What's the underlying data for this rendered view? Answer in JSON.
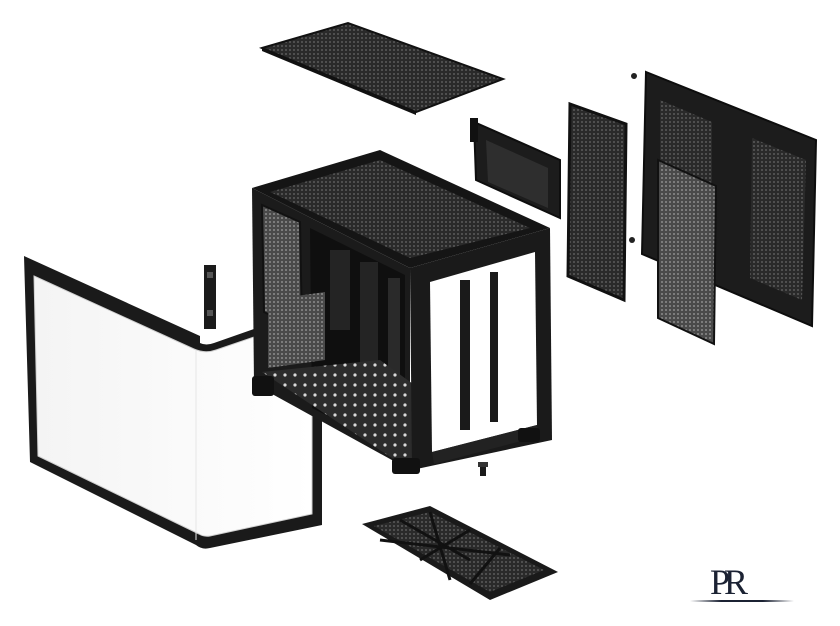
{
  "image": {
    "subject": "exploded-view-pc-case",
    "background_color": "#ffffff",
    "main_color": "#1a1a1a",
    "mesh_color": "#3a3a3a",
    "glass_color": "#ffffff",
    "watermark_text": "PR"
  },
  "parts": [
    {
      "name": "top-dust-filter"
    },
    {
      "name": "glass-side-panel"
    },
    {
      "name": "small-bracket"
    },
    {
      "name": "case-chassis"
    },
    {
      "name": "gpu-bracket"
    },
    {
      "name": "side-mesh-filter"
    },
    {
      "name": "rear-side-panel"
    },
    {
      "name": "bottom-dust-filter"
    },
    {
      "name": "thumbscrew"
    }
  ]
}
